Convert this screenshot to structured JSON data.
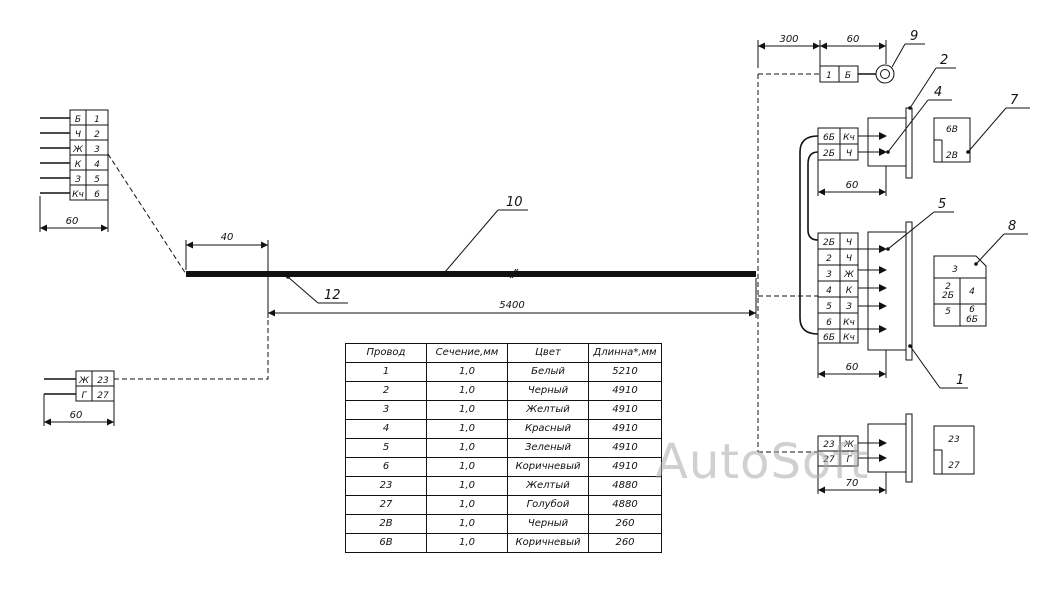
{
  "left_connector_a": {
    "rows": [
      {
        "color": "Б",
        "num": "1"
      },
      {
        "color": "Ч",
        "num": "2"
      },
      {
        "color": "Ж",
        "num": "3"
      },
      {
        "color": "К",
        "num": "4"
      },
      {
        "color": "З",
        "num": "5"
      },
      {
        "color": "Кч",
        "num": "6"
      }
    ],
    "dim": "60"
  },
  "left_connector_b": {
    "rows": [
      {
        "color": "Ж",
        "num": "23"
      },
      {
        "color": "Г",
        "num": "27"
      }
    ],
    "dim": "60"
  },
  "harness": {
    "dim_branch": "40",
    "dim_length": "5400",
    "callout_harness": "10",
    "callout_sleeve": "12"
  },
  "top_dims": {
    "a": "300",
    "b": "60"
  },
  "lug_connector": {
    "cells": [
      "1",
      "Б"
    ],
    "callout": "9"
  },
  "connector_2": {
    "rows": [
      {
        "num": "6Б",
        "color": "Кч"
      },
      {
        "num": "2Б",
        "color": "Ч"
      }
    ],
    "dim": "60",
    "callout_housing": "2",
    "callout_terminal": "4",
    "face_labels": [
      "6В",
      "2В"
    ],
    "callout_face": "7"
  },
  "connector_1": {
    "rows": [
      {
        "num": "2Б",
        "color": "Ч"
      },
      {
        "num": "2",
        "color": "Ч"
      },
      {
        "num": "3",
        "color": "Ж"
      },
      {
        "num": "4",
        "color": "К"
      },
      {
        "num": "5",
        "color": "З"
      },
      {
        "num": "6",
        "color": "Кч"
      },
      {
        "num": "6Б",
        "color": "Кч"
      }
    ],
    "dim": "60",
    "callout_housing": "1",
    "callout_terminal": "5",
    "face_labels": [
      "3",
      "2",
      "2Б",
      "4",
      "5",
      "6",
      "6Б"
    ],
    "callout_face": "8"
  },
  "connector_3": {
    "rows": [
      {
        "num": "23",
        "color": "Ж"
      },
      {
        "num": "27",
        "color": "Г"
      }
    ],
    "dim": "70",
    "face_labels": [
      "23",
      "27"
    ]
  },
  "table": {
    "headers": [
      "Провод",
      "Сечение,мм",
      "Цвет",
      "Длинна*,мм"
    ],
    "rows": [
      [
        "1",
        "1,0",
        "Белый",
        "5210"
      ],
      [
        "2",
        "1,0",
        "Черный",
        "4910"
      ],
      [
        "3",
        "1,0",
        "Желтый",
        "4910"
      ],
      [
        "4",
        "1,0",
        "Красный",
        "4910"
      ],
      [
        "5",
        "1,0",
        "Зеленый",
        "4910"
      ],
      [
        "6",
        "1,0",
        "Коричневый",
        "4910"
      ],
      [
        "23",
        "1,0",
        "Желтый",
        "4880"
      ],
      [
        "27",
        "1,0",
        "Голубой",
        "4880"
      ],
      [
        "2В",
        "1,0",
        "Черный",
        "260"
      ],
      [
        "6В",
        "1,0",
        "Коричневый",
        "260"
      ]
    ]
  },
  "watermark": "AutoSoft"
}
